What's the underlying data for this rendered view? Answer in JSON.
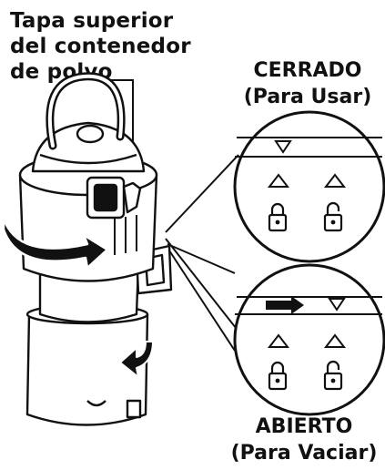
{
  "callout": {
    "line1": "Tapa superior",
    "line2": "del contenedor",
    "line3": "de polvo"
  },
  "closed": {
    "title": "CERRADO",
    "subtitle": "(Para Usar)"
  },
  "open": {
    "title": "ABIERTO",
    "subtitle": "(Para Vaciar)"
  },
  "colors": {
    "ink": "#111111",
    "paper": "#ffffff",
    "shade": "#b3b3b3"
  }
}
